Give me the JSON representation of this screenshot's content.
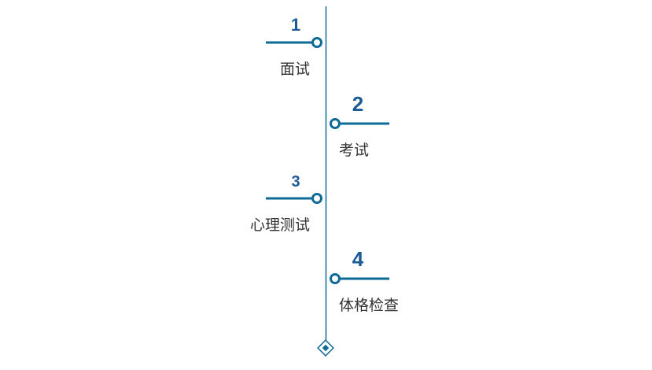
{
  "colors": {
    "line": "#0e6a96",
    "accent": "#1c5a94",
    "label": "#333333",
    "background": "#ffffff"
  },
  "timeline": {
    "steps": [
      {
        "number": "1",
        "label": "面试",
        "side": "left"
      },
      {
        "number": "2",
        "label": "考试",
        "side": "right"
      },
      {
        "number": "3",
        "label": "心理测试",
        "side": "left"
      },
      {
        "number": "4",
        "label": "体格检查",
        "side": "right"
      }
    ],
    "end_marker": "diamond"
  }
}
